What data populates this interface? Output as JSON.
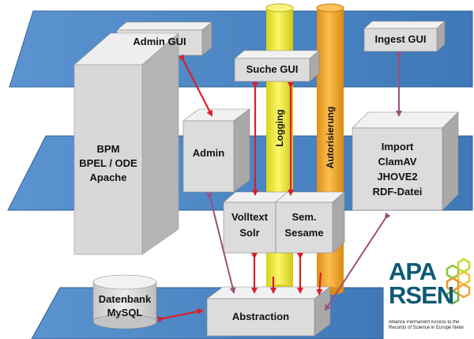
{
  "components": {
    "admin_gui": "Admin GUI",
    "ingest_gui": "Ingest GUI",
    "suche_gui": "Suche GUI",
    "bpm": [
      "BPM",
      "BPEL / ODE",
      "Apache"
    ],
    "admin": "Admin",
    "logging": "Logging",
    "autorisierung": "Autorisierung",
    "import": [
      "Import",
      "ClamAV",
      "JHOVE2",
      "RDF-Datei"
    ],
    "volltext": [
      "Volltext",
      "Solr"
    ],
    "sem": [
      "Sem.",
      "Sesame"
    ],
    "datenbank": [
      "Datenbank",
      "MySQL"
    ],
    "abstraction": "Abstraction"
  },
  "logo": {
    "line1": "APA",
    "line2": "RSEN",
    "tagline": [
      "Alliance Permanent Access to the",
      "Records of Science in Europe Netw"
    ]
  },
  "colors": {
    "plane": "#4f8ac8",
    "plane_edge": "#2d5f96",
    "box_front": "#dcdcdc",
    "box_top": "#f1f1f1",
    "box_side": "#a9a9a9",
    "arrow_red": "#d91e2a",
    "arrow_purple": "#9b4f7e",
    "logging_yellow": "#f3ee2c",
    "autorisierung_orange": "#f5a623",
    "logo_teal": "#0e5a73"
  }
}
